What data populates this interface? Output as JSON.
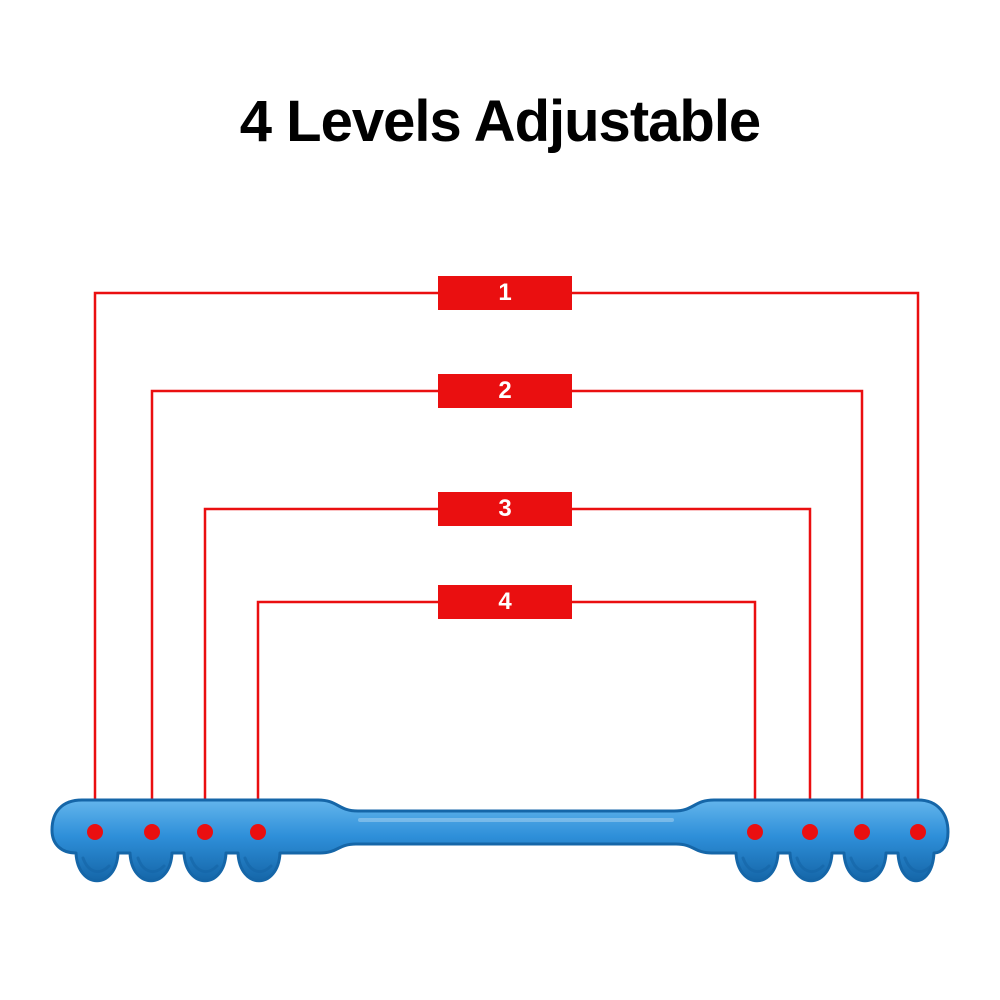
{
  "title": "4 Levels Adjustable",
  "levels": [
    {
      "label": "1"
    },
    {
      "label": "2"
    },
    {
      "label": "3"
    },
    {
      "label": "4"
    }
  ],
  "colors": {
    "accent_red": "#ea0f10",
    "badge_text": "#ffffff",
    "strap_blue": "#2e8fd9",
    "strap_blue_dark": "#1566a8",
    "strap_blue_light": "#63b5ec",
    "title_text": "#000000"
  }
}
